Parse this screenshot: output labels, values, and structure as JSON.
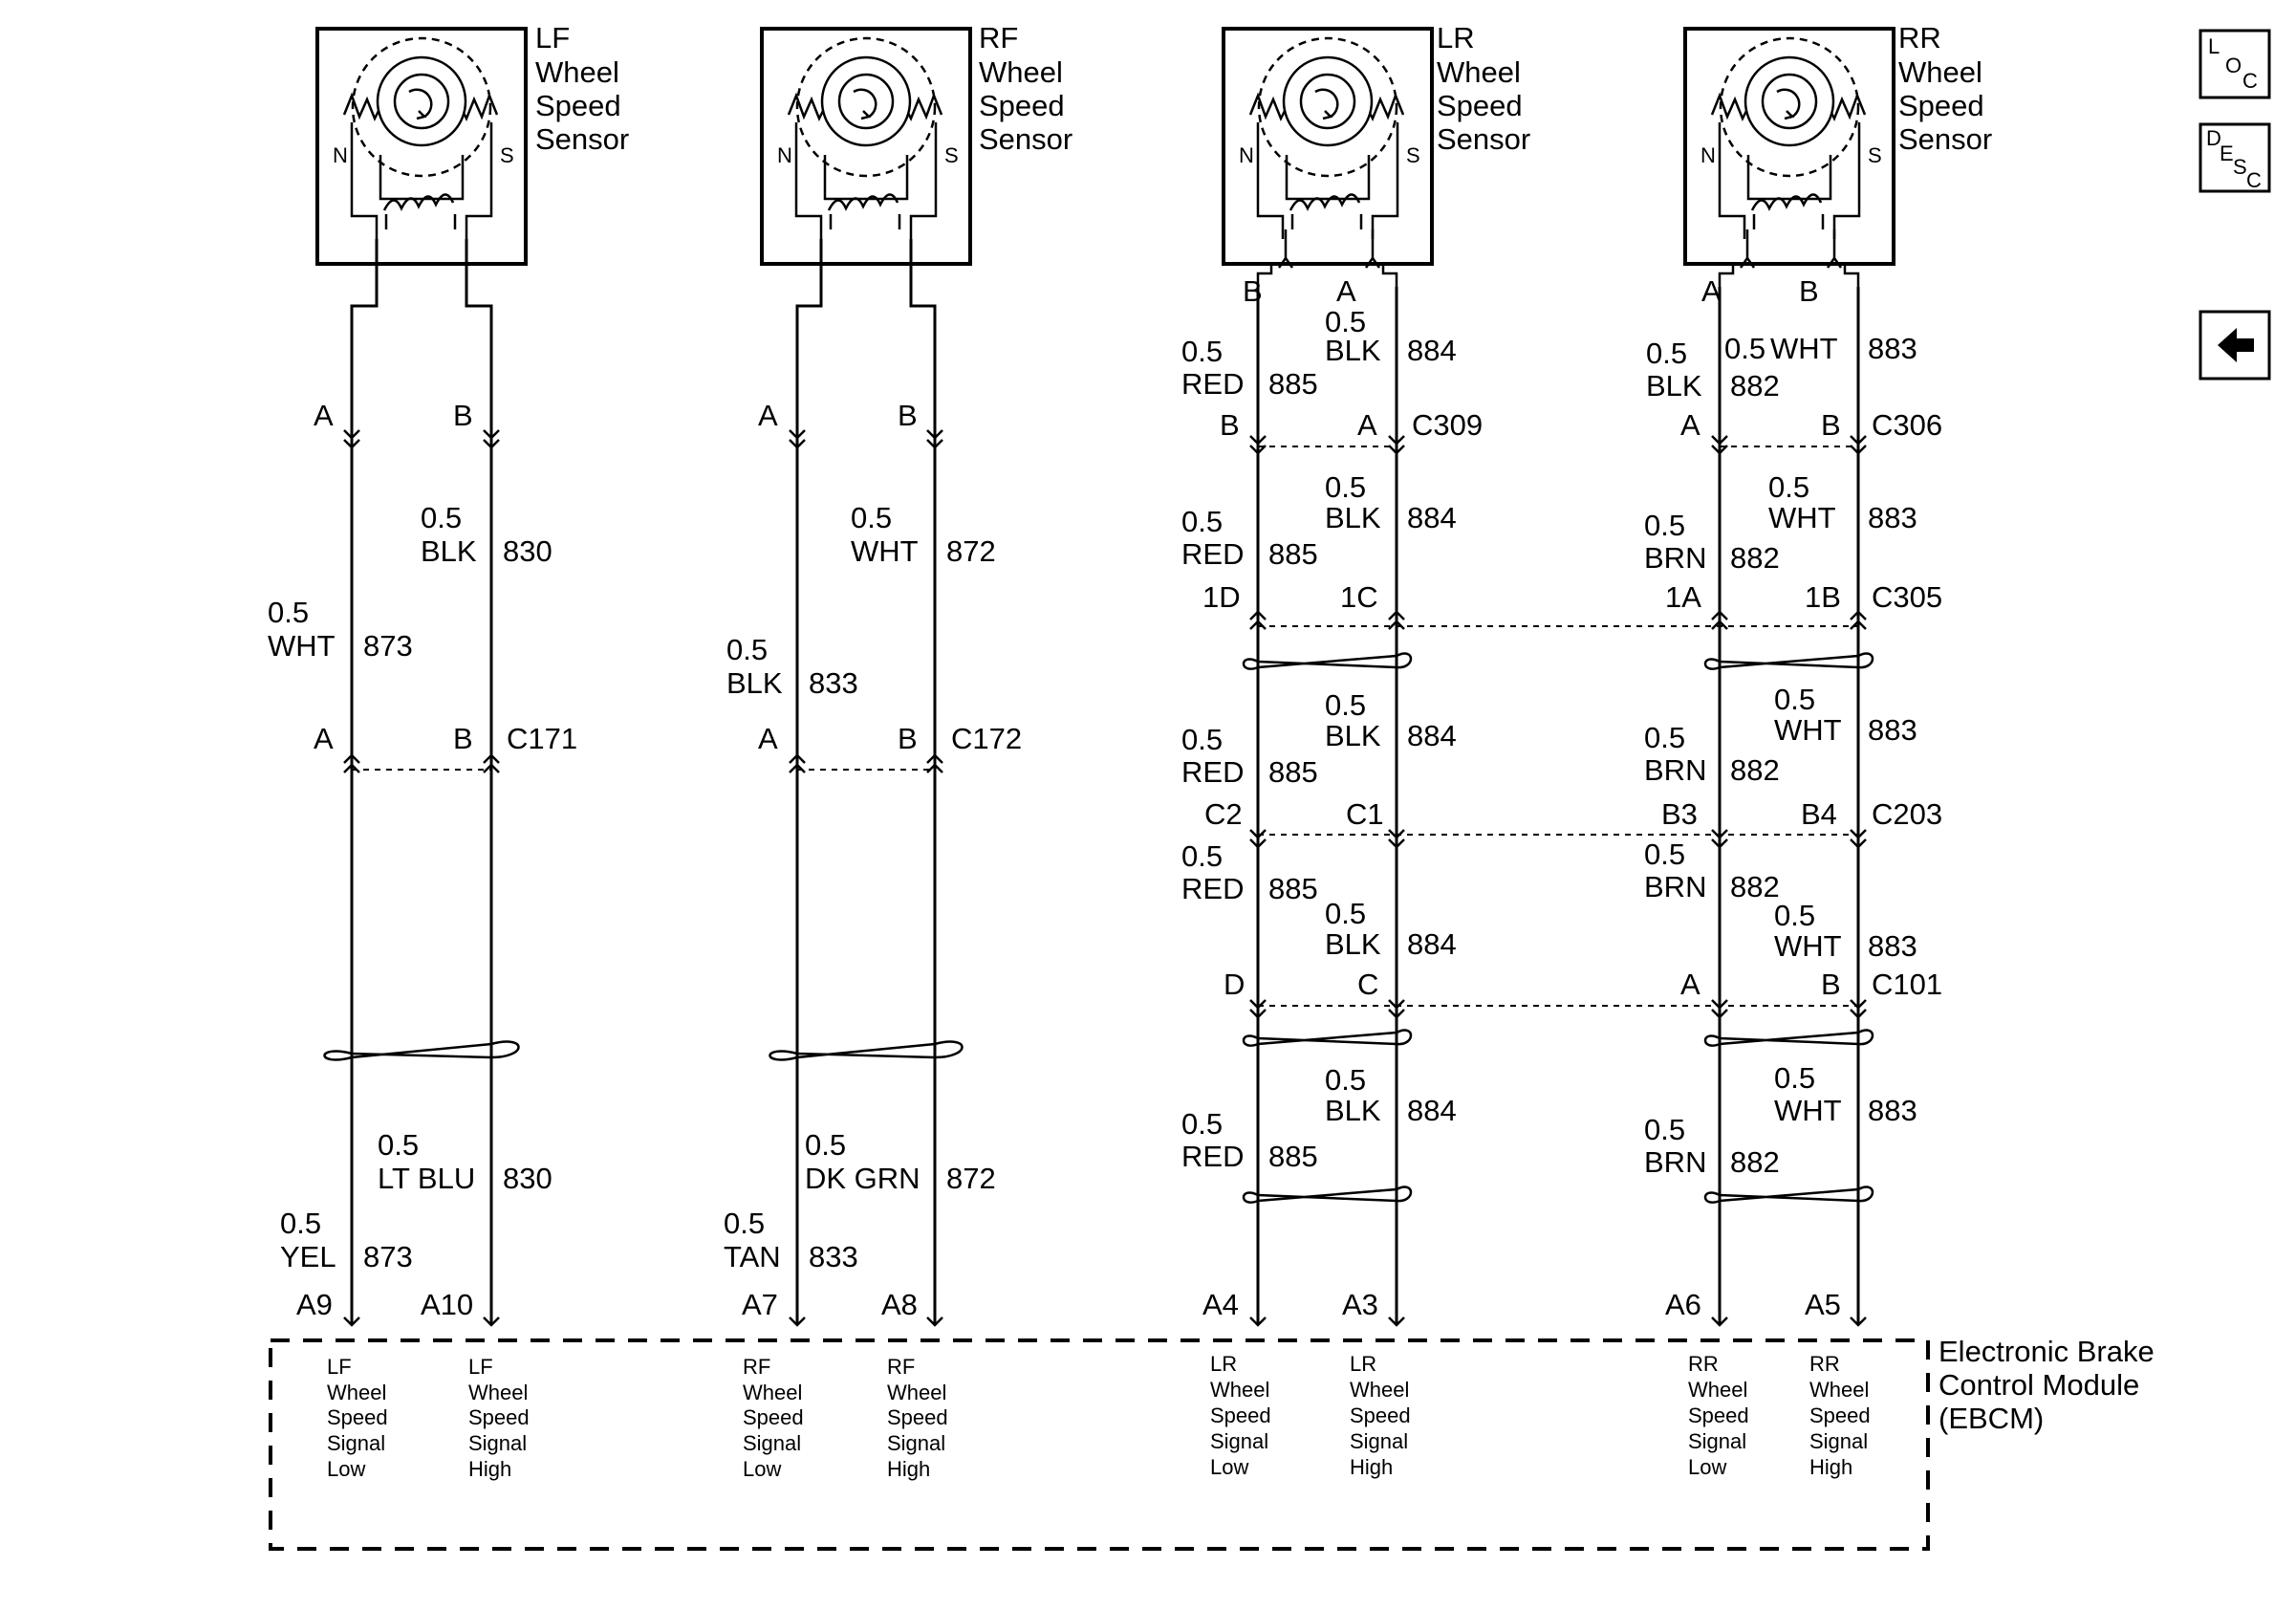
{
  "sensors": [
    {
      "title": [
        "LF",
        "Wheel",
        "Speed",
        "Sensor"
      ]
    },
    {
      "title": [
        "RF",
        "Wheel",
        "Speed",
        "Sensor"
      ]
    },
    {
      "title": [
        "LR",
        "Wheel",
        "Speed",
        "Sensor"
      ]
    },
    {
      "title": [
        "RR",
        "Wheel",
        "Speed",
        "Sensor"
      ]
    }
  ],
  "sensor_pole_labels": {
    "north": "N",
    "south": "S"
  },
  "sensor_pins": {
    "lr": {
      "left": "B",
      "right": "A"
    },
    "rr": {
      "left": "A",
      "right": "B"
    }
  },
  "lf": {
    "pin_a": "A",
    "pin_b": "B",
    "w1": {
      "size": "0.5",
      "color": "BLK",
      "circuit": "830"
    },
    "w2": {
      "size": "0.5",
      "color": "WHT",
      "circuit": "873"
    },
    "conn": {
      "left": "A",
      "right": "B",
      "name": "C171"
    },
    "w3": {
      "size": "0.5",
      "color": "LT BLU",
      "circuit": "830"
    },
    "w4": {
      "size": "0.5",
      "color": "YEL",
      "circuit": "873"
    },
    "term_left": "A9",
    "term_right": "A10"
  },
  "rf": {
    "pin_a": "A",
    "pin_b": "B",
    "w1": {
      "size": "0.5",
      "color": "WHT",
      "circuit": "872"
    },
    "w2": {
      "size": "0.5",
      "color": "BLK",
      "circuit": "833"
    },
    "conn": {
      "left": "A",
      "right": "B",
      "name": "C172"
    },
    "w3": {
      "size": "0.5",
      "color": "DK GRN",
      "circuit": "872"
    },
    "w4": {
      "size": "0.5",
      "color": "TAN",
      "circuit": "833"
    },
    "term_left": "A7",
    "term_right": "A8"
  },
  "lr": {
    "seg1": {
      "right": {
        "size": "0.5",
        "color": "BLK",
        "circuit": "884"
      },
      "left": {
        "size": "0.5",
        "color": "RED",
        "circuit": "885"
      }
    },
    "c309": {
      "left": "B",
      "right": "A",
      "name": "C309"
    },
    "seg2": {
      "right": {
        "size": "0.5",
        "color": "BLK",
        "circuit": "884"
      },
      "left": {
        "size": "0.5",
        "color": "RED",
        "circuit": "885"
      }
    },
    "c305": {
      "left": "1D",
      "right": "1C"
    },
    "seg3": {
      "right": {
        "size": "0.5",
        "color": "BLK",
        "circuit": "884"
      },
      "left": {
        "size": "0.5",
        "color": "RED",
        "circuit": "885"
      }
    },
    "c203": {
      "left": "C2",
      "right": "C1"
    },
    "seg4": {
      "left": {
        "size": "0.5",
        "color": "RED",
        "circuit": "885"
      },
      "right": {
        "size": "0.5",
        "color": "BLK",
        "circuit": "884"
      }
    },
    "c101": {
      "left": "D",
      "right": "C"
    },
    "seg5": {
      "right": {
        "size": "0.5",
        "color": "BLK",
        "circuit": "884"
      },
      "left": {
        "size": "0.5",
        "color": "RED",
        "circuit": "885"
      }
    },
    "term_left": "A4",
    "term_right": "A3"
  },
  "rr": {
    "seg1": {
      "left": {
        "size": "0.5",
        "color": "BLK",
        "circuit": "882"
      },
      "right": {
        "size": "0.5",
        "color": "WHT",
        "circuit": "883"
      }
    },
    "c306": {
      "left": "A",
      "right": "B",
      "name": "C306"
    },
    "seg2": {
      "right": {
        "size": "0.5",
        "color": "WHT",
        "circuit": "883"
      },
      "left": {
        "size": "0.5",
        "color": "BRN",
        "circuit": "882"
      }
    },
    "c305": {
      "left": "1A",
      "right": "1B",
      "name": "C305"
    },
    "seg3": {
      "right": {
        "size": "0.5",
        "color": "WHT",
        "circuit": "883"
      },
      "left": {
        "size": "0.5",
        "color": "BRN",
        "circuit": "882"
      }
    },
    "c203": {
      "left": "B3",
      "right": "B4",
      "name": "C203"
    },
    "seg4": {
      "left": {
        "size": "0.5",
        "color": "BRN",
        "circuit": "882"
      },
      "right": {
        "size": "0.5",
        "color": "WHT",
        "circuit": "883"
      }
    },
    "c101": {
      "left": "A",
      "right": "B",
      "name": "C101"
    },
    "seg5": {
      "right": {
        "size": "0.5",
        "color": "WHT",
        "circuit": "883"
      },
      "left": {
        "size": "0.5",
        "color": "BRN",
        "circuit": "882"
      }
    },
    "term_left": "A6",
    "term_right": "A5"
  },
  "module": {
    "name": [
      "Electronic Brake",
      "Control Module",
      "(EBCM)"
    ],
    "signals": [
      [
        "LF",
        "Wheel",
        "Speed",
        "Signal",
        "Low"
      ],
      [
        "LF",
        "Wheel",
        "Speed",
        "Signal",
        "High"
      ],
      [
        "RF",
        "Wheel",
        "Speed",
        "Signal",
        "Low"
      ],
      [
        "RF",
        "Wheel",
        "Speed",
        "Signal",
        "High"
      ],
      [
        "LR",
        "Wheel",
        "Speed",
        "Signal",
        "Low"
      ],
      [
        "LR",
        "Wheel",
        "Speed",
        "Signal",
        "High"
      ],
      [
        "RR",
        "Wheel",
        "Speed",
        "Signal",
        "Low"
      ],
      [
        "RR",
        "Wheel",
        "Speed",
        "Signal",
        "High"
      ]
    ]
  },
  "nav": {
    "loc": [
      "L",
      "O",
      "C"
    ],
    "desc": [
      "D",
      "E",
      "S",
      "C"
    ]
  }
}
